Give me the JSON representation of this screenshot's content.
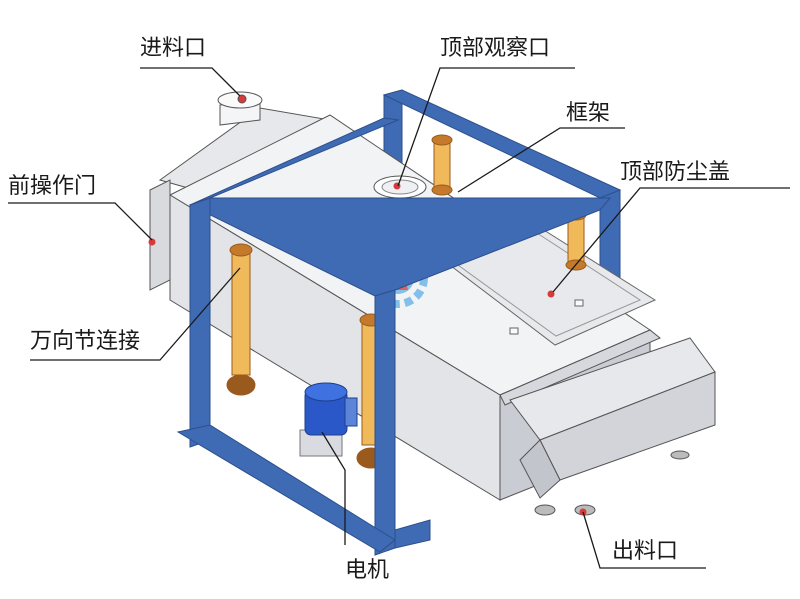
{
  "labels": {
    "inlet": "进料口",
    "top_observation_port": "顶部观察口",
    "frame": "框架",
    "front_access_door": "前操作门",
    "top_dust_cover": "顶部防尘盖",
    "universal_joint": "万向节连接",
    "outlet": "出料口",
    "motor": "电机"
  },
  "colors": {
    "frame": "#3f6bb5",
    "frame_dark": "#2d4f8c",
    "joint": "#f0b95a",
    "joint_dark": "#9a5a1e",
    "motor": "#2b58c8",
    "body_light": "#f2f3f5",
    "body_mid": "#e2e4e8",
    "body_dark": "#c9ccd2",
    "leader": "#1a1a1a"
  }
}
